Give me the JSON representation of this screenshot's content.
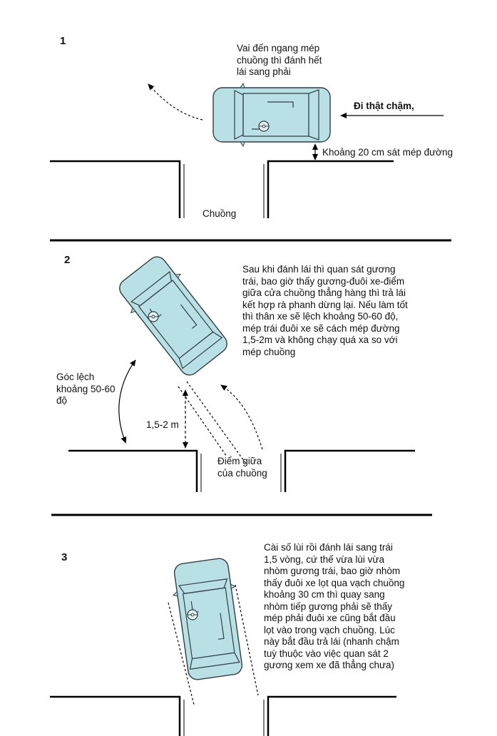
{
  "steps": [
    {
      "number": "1",
      "instruction": "Vai đến ngang mép\nchuồng thì đánh hết\nlái sang phải",
      "direction_label": "Đi thật chậm,",
      "gap_label": "Khoảng 20 cm sát mép đường",
      "garage_label": "Chuồng"
    },
    {
      "number": "2",
      "instruction": "Sau khi đánh lái thì quan sát gương\ntrái, bao giờ thấy gương-đuôi xe-điểm\ngiữa cửa chuồng thẳng hàng thì trả lái\nkết hợp rà phanh dừng lại. Nếu làm tốt\nthì thân xe sẽ lệch khoảng 50-60 độ,\nmép trái đuôi xe sẽ cách mép đường\n1,5-2m và không chạy quá xa so với\nmép chuồng",
      "angle_label": "Góc lệch\nkhoảng 50-60\nđộ",
      "distance_label": "1,5-2 m",
      "midpoint_label": "Điểm giữa\ncủa chuồng"
    },
    {
      "number": "3",
      "instruction": "Cài số lùi rồi đánh lái sang trái\n1,5 vòng, cứ thế vừa lùi vừa\nnhòm gương trái, bao giờ nhòm\nthấy đuôi xe lọt qua vạch chuồng\nkhoảng 30 cm thì quay sang\nnhòm tiếp gương phải sẽ thấy\nmép phải đuôi xe cũng bắt đầu\nlọt vào trong vạch chuồng. Lúc\nnày bắt đầu trả lái (nhanh chậm\ntuỳ thuộc vào việc quan sát 2\ngương xem xe đã thẳng chưa)"
    }
  ],
  "colors": {
    "car_fill": "#b9e0e5",
    "car_stroke": "#2f3e44",
    "line": "#000000"
  },
  "icons": [
    "car-icon",
    "steering-wheel-icon",
    "arrow-icon"
  ]
}
